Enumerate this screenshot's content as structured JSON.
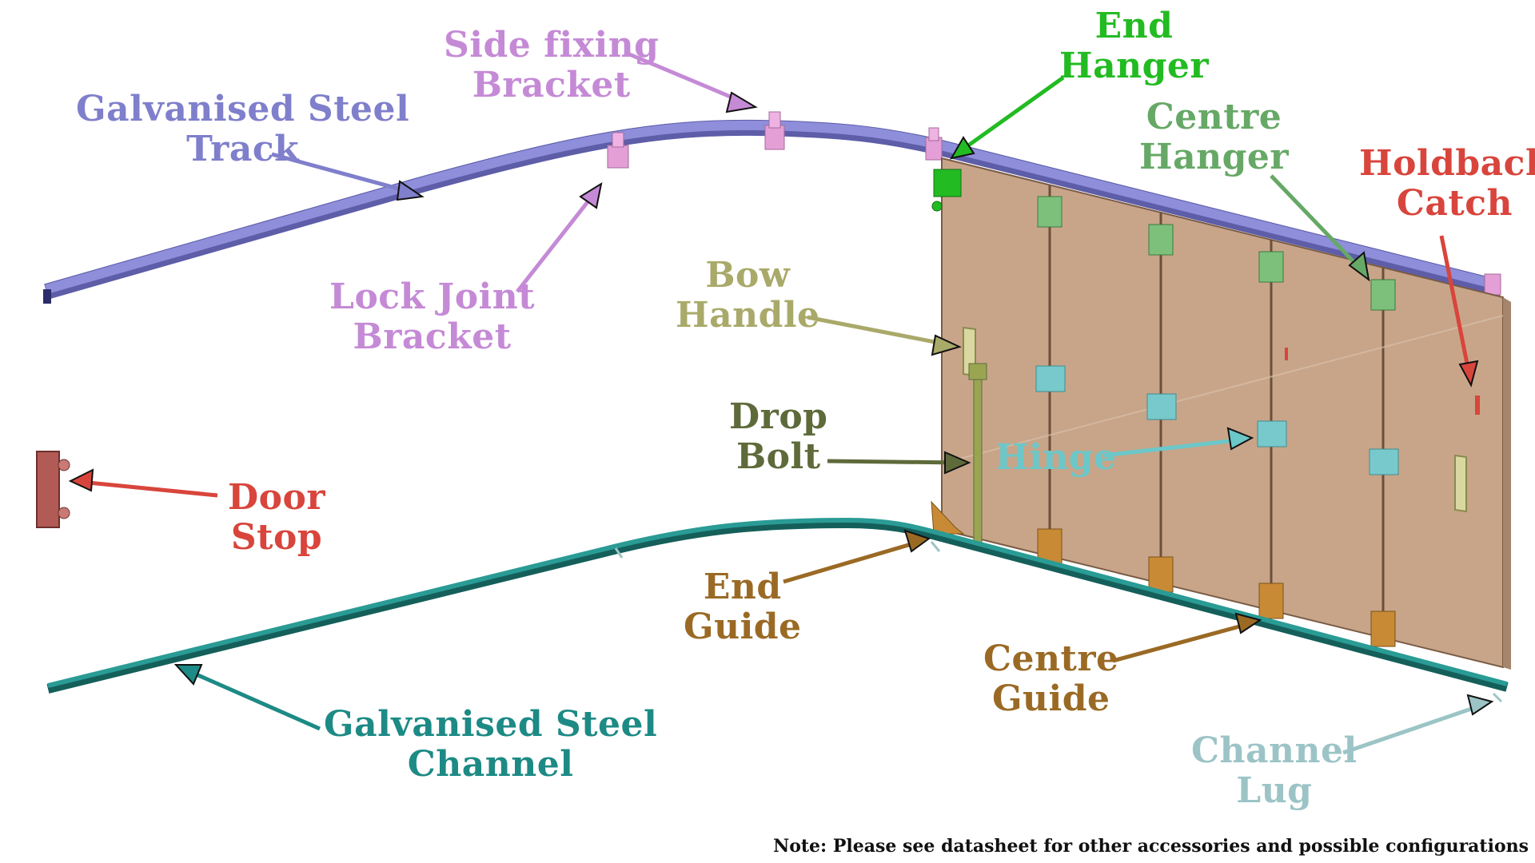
{
  "labels": {
    "track": {
      "line1": "Galvanised Steel",
      "line2": "Track",
      "color": "#7f7fcc"
    },
    "side_fixing": {
      "line1": "Side fixing",
      "line2": "Bracket",
      "color": "#c58ad6"
    },
    "end_hanger": {
      "line1": "End",
      "line2": "Hanger",
      "color": "#22bb22"
    },
    "centre_hanger": {
      "line1": "Centre",
      "line2": "Hanger",
      "color": "#66a866"
    },
    "holdback": {
      "line1": "Holdback",
      "line2": "Catch",
      "color": "#d8453c"
    },
    "lock_joint": {
      "line1": "Lock Joint",
      "line2": "Bracket",
      "color": "#c58ad6"
    },
    "bow_handle": {
      "line1": "Bow",
      "line2": "Handle",
      "color": "#a9a96a"
    },
    "drop_bolt": {
      "line1": "Drop",
      "line2": "Bolt",
      "color": "#5e6a3a"
    },
    "hinge": {
      "line1": "Hinge",
      "color": "#6cc7c9"
    },
    "door_stop": {
      "line1": "Door",
      "line2": "Stop",
      "color": "#d8453c"
    },
    "end_guide": {
      "line1": "End",
      "line2": "Guide",
      "color": "#9a6a25"
    },
    "centre_guide": {
      "line1": "Centre",
      "line2": "Guide",
      "color": "#9a6a25"
    },
    "channel": {
      "line1": "Galvanised Steel",
      "line2": "Channel",
      "color": "#1d8a85"
    },
    "channel_lug": {
      "line1": "Channel",
      "line2": "Lug",
      "color": "#9cc4c6"
    }
  },
  "note": "Note: Please see datasheet for other accessories and possible configurations",
  "colors": {
    "track": "#7f7fcc",
    "channel": "#1f8a84",
    "door": "#c6a488",
    "bracket": "#e39fd6",
    "hanger": "#22bb22",
    "centre_hanger": "#7cc07c",
    "hinge": "#78c9cc",
    "guide": "#c98a36",
    "handle": "#c9c98a",
    "bolt": "#8f9a4a",
    "door_stop": "#b25a55"
  }
}
